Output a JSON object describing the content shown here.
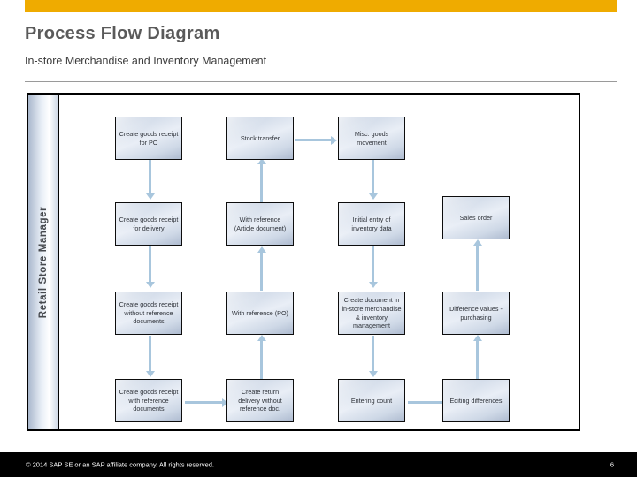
{
  "slide": {
    "title": "Process Flow Diagram",
    "subtitle": "In-store Merchandise and Inventory Management",
    "accent_color": "#efab00",
    "node_border_color": "#0d0d0d",
    "connector_color": "#a8c6dd"
  },
  "diagram": {
    "swimlane_label": "Retail Store Manager",
    "nodes": [
      {
        "id": "n1",
        "label": "Create goods receipt for PO"
      },
      {
        "id": "n2",
        "label": "Stock transfer"
      },
      {
        "id": "n3",
        "label": "Misc. goods movement"
      },
      {
        "id": "n4",
        "label": "Create goods receipt for delivery"
      },
      {
        "id": "n5",
        "label": "With reference (Article document)"
      },
      {
        "id": "n6",
        "label": "Initial entry of inventory data"
      },
      {
        "id": "n7",
        "label": "Sales order"
      },
      {
        "id": "n8",
        "label": "Create goods receipt without reference documents"
      },
      {
        "id": "n9",
        "label": "With reference (PO)"
      },
      {
        "id": "n10",
        "label": "Create document in in-store merchandise & inventory management"
      },
      {
        "id": "n11",
        "label": "Difference values - purchasing"
      },
      {
        "id": "n12",
        "label": "Create goods receipt with reference documents"
      },
      {
        "id": "n13",
        "label": "Create return delivery without reference doc."
      },
      {
        "id": "n14",
        "label": "Entering count"
      },
      {
        "id": "n15",
        "label": "Editing differences"
      }
    ]
  },
  "footer": {
    "copyright": "© 2014 SAP SE or an SAP affiliate company. All rights reserved.",
    "page_number": "6"
  }
}
